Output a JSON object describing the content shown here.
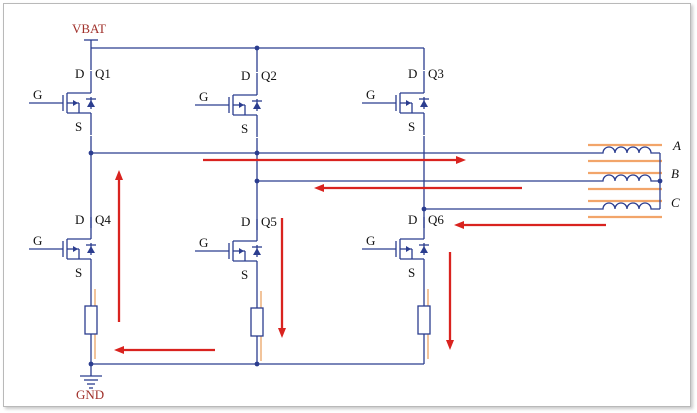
{
  "rails": {
    "supply_label": "VBAT",
    "ground_label": "GND"
  },
  "transistors": [
    {
      "id": "q1",
      "name": "Q1",
      "gate": "G",
      "drain": "D",
      "source": "S"
    },
    {
      "id": "q2",
      "name": "Q2",
      "gate": "G",
      "drain": "D",
      "source": "S"
    },
    {
      "id": "q3",
      "name": "Q3",
      "gate": "G",
      "drain": "D",
      "source": "S"
    },
    {
      "id": "q4",
      "name": "Q4",
      "gate": "G",
      "drain": "D",
      "source": "S"
    },
    {
      "id": "q5",
      "name": "Q5",
      "gate": "G",
      "drain": "D",
      "source": "S"
    },
    {
      "id": "q6",
      "name": "Q6",
      "gate": "G",
      "drain": "D",
      "source": "S"
    }
  ],
  "phases": [
    "A",
    "B",
    "C"
  ],
  "colors": {
    "wire": "#2b3d8f",
    "current_arrow": "#d9231f",
    "supply_label": "#a0302a",
    "coil_core": "#f2a56a"
  }
}
